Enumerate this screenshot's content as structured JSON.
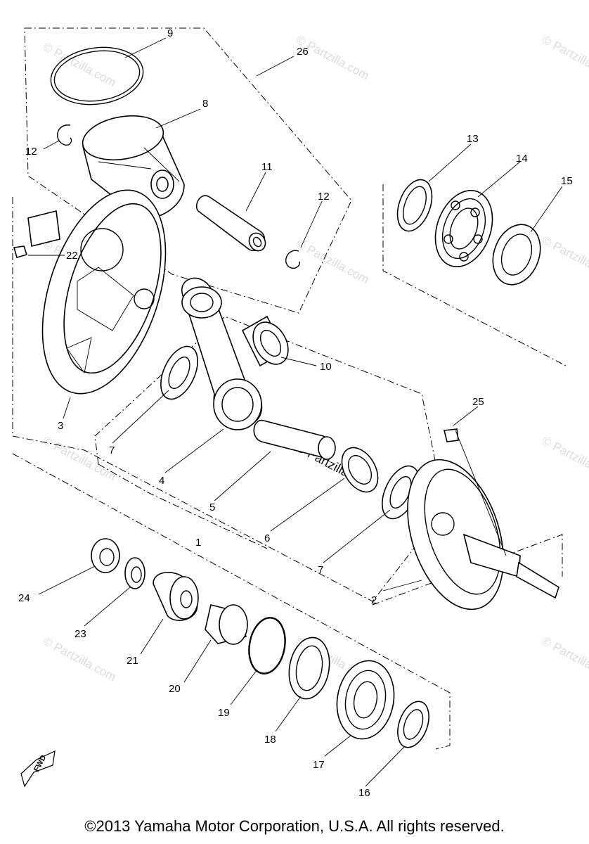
{
  "diagram": {
    "callouts": [
      "9",
      "26",
      "8",
      "12",
      "11",
      "12",
      "13",
      "14",
      "15",
      "22",
      "10",
      "3",
      "7",
      "25",
      "4",
      "5",
      "6",
      "1",
      "7",
      "2",
      "24",
      "23",
      "21",
      "20",
      "19",
      "18",
      "17",
      "16"
    ],
    "fwd_label": "FWD"
  },
  "watermarks": {
    "text": "© Partzilla.com",
    "center_text": "© Partzilla.com"
  },
  "copyright": "©2013 Yamaha Motor Corporation, U.S.A. All rights reserved."
}
